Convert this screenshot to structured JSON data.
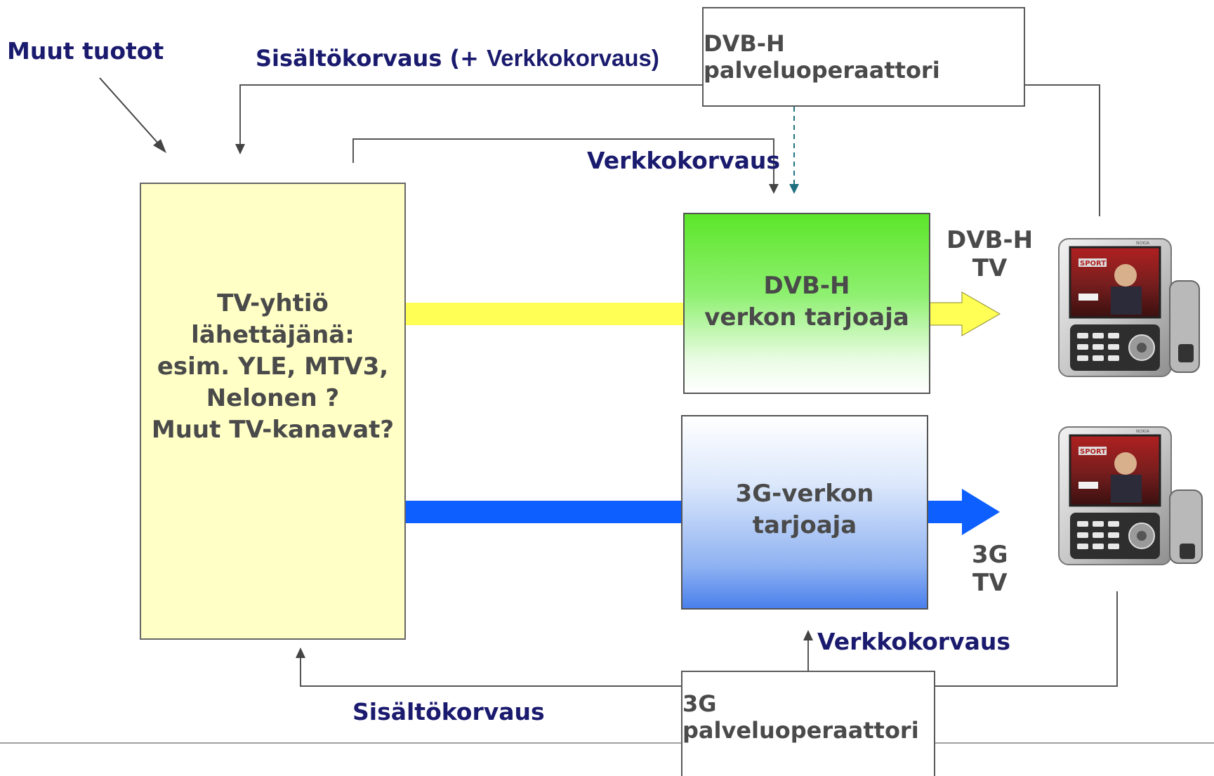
{
  "labels": {
    "muut_tuotot": "Muut tuotot",
    "sisalto_top_1": "Sisältökorvaus (+ ",
    "sisalto_top_2": "Verkkokorvaus)",
    "verkko_top": "Verkkokorvaus",
    "verkko_bottom": "Verkkokorvaus",
    "sisalto_bottom": "Sisältökorvaus",
    "dvbh_tv_1": "DVB-H",
    "dvbh_tv_2": "TV",
    "g3_tv_1": "3G",
    "g3_tv_2": "TV"
  },
  "boxes": {
    "tv_company": [
      "TV-yhtiö",
      "lähettäjänä:",
      "esim. YLE, MTV3,",
      "Nelonen ?",
      "Muut TV-kanavat?"
    ],
    "dvbh_network": [
      "DVB-H",
      "verkon tarjoaja"
    ],
    "g3_network": [
      "3G-verkon",
      "tarjoaja"
    ],
    "dvbh_operator": "DVB-H palveluoperaattori",
    "g3_operator": "3G palveluoperaattori"
  },
  "phones": {
    "screen_text": "SPORT",
    "brand_text": "NOKIA"
  },
  "colors": {
    "navy_text": "#1a1a6e",
    "grey_text": "#4a4a4a",
    "tv_box_fill": "#ffffc6",
    "dvbh_green": "#66ee33",
    "g3_blue": "#4f86f0",
    "yellow_arrow": "#ffff55",
    "blue_arrow": "#0d5fff",
    "dashed_teal": "#1f6f80"
  }
}
